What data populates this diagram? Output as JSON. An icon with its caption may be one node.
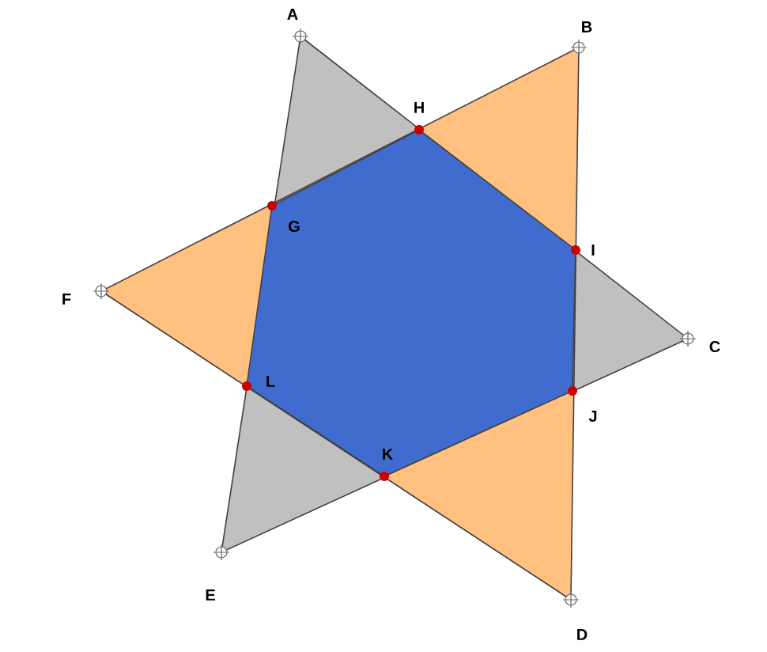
{
  "diagram": {
    "labels": [
      "A",
      "B",
      "H",
      "G",
      "I",
      "F",
      "C",
      "L",
      "J",
      "K",
      "E",
      "D"
    ]
  }
}
